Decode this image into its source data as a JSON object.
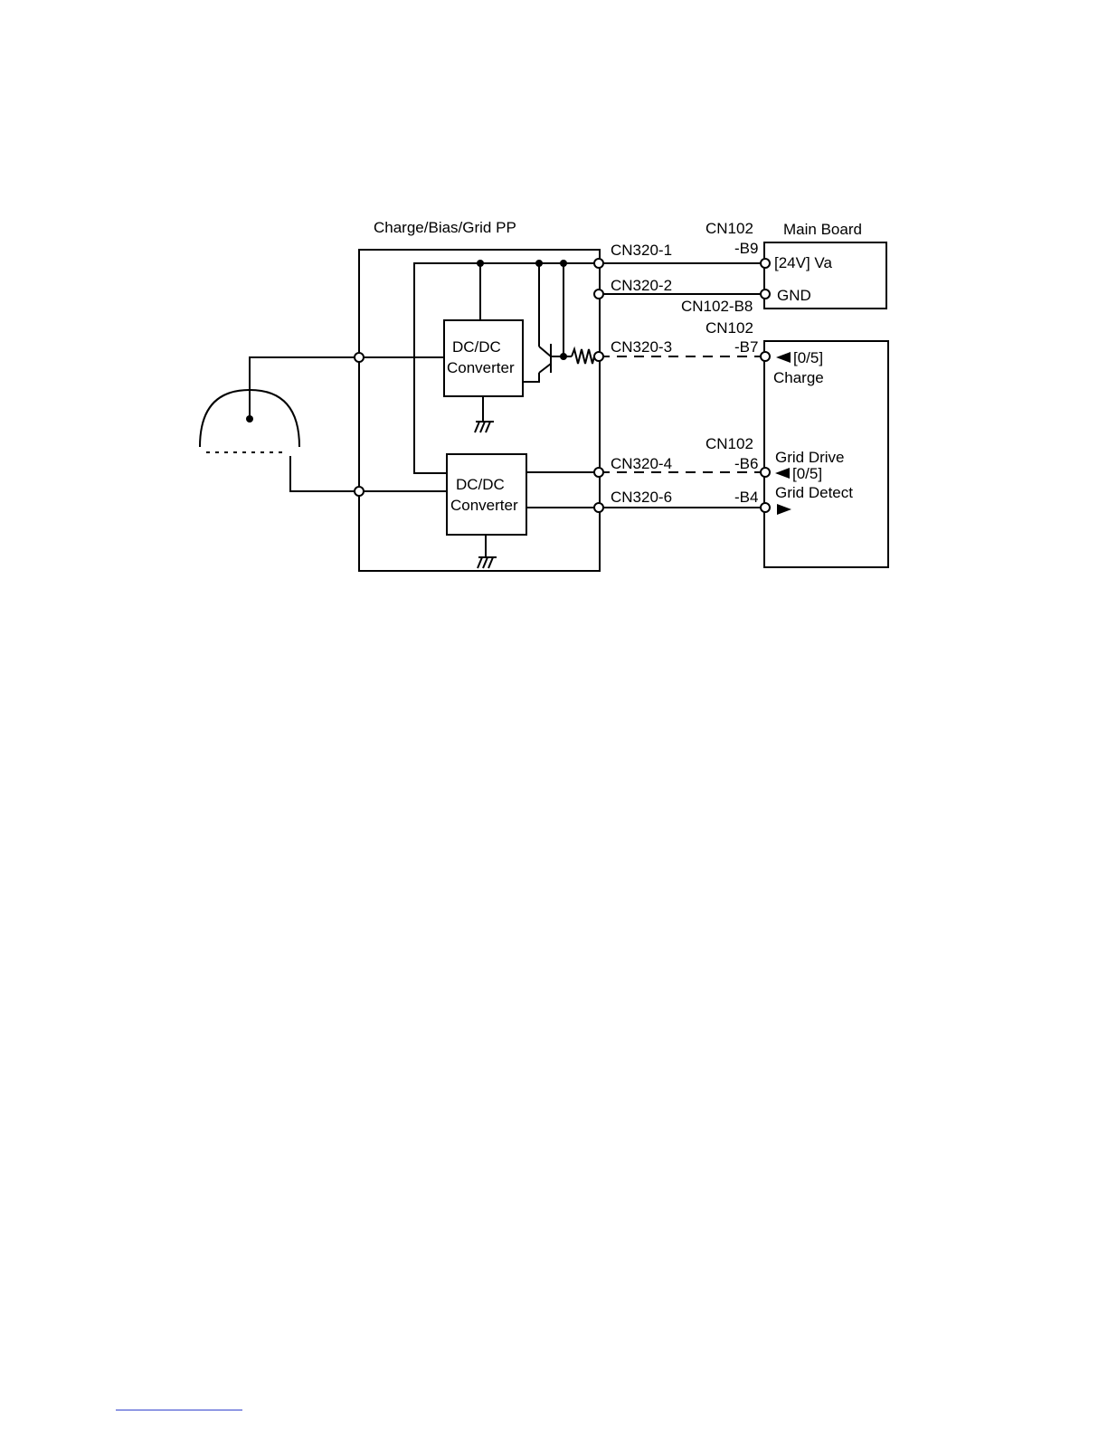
{
  "diagram": {
    "pp_board_label": "Charge/Bias/Grid PP",
    "main_board_label": "Main Board",
    "converter_upper_line1": "DC/DC",
    "converter_upper_line2": "Converter",
    "converter_lower_line1": "DC/DC",
    "converter_lower_line2": "Converter",
    "cn320_1": "CN320-1",
    "cn320_2": "CN320-2",
    "cn320_3": "CN320-3",
    "cn320_4": "CN320-4",
    "cn320_6": "CN320-6",
    "cn102_top_label": "CN102",
    "cn102_b9": "-B9",
    "cn102_b8": "CN102-B8",
    "cn102_mid_label": "CN102",
    "cn102_b7": "-B7",
    "cn102_low_label": "CN102",
    "cn102_b6": "-B6",
    "cn102_b4": "-B4",
    "va_signal": "[24V] Va",
    "gnd_signal": "GND",
    "charge_level": "[0/5]",
    "charge_signal": "Charge",
    "grid_drive_signal": "Grid Drive",
    "grid_drive_level": "[0/5]",
    "grid_detect_signal": "Grid  Detect"
  }
}
